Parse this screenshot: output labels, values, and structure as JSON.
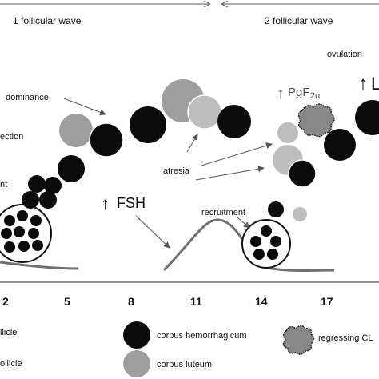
{
  "header": {
    "wave1": "1 follicular wave",
    "wave2": "2 follicular wave"
  },
  "labels": {
    "dominance": "dominance",
    "selection": "ection",
    "recruitment_left": "nt",
    "atresia": "atresia",
    "fsh": "FSH",
    "fsh_arrow": "↑",
    "recruitment": "recruitment",
    "ovulation": "ovulation",
    "pgf_arrow": "↑",
    "pgf": "PgF",
    "pgf_sub": "2α",
    "lh_arrow": "↑",
    "lh": "L"
  },
  "axis": {
    "ticks": [
      "2",
      "5",
      "8",
      "11",
      "14",
      "17"
    ]
  },
  "legend": {
    "item1": "llicle",
    "item2": "ollicle",
    "corpus_hemorrhagicum": "corpus hemorrhagicum",
    "corpus_luteum": "corpus luteum",
    "regressing_cl": "regressing CL"
  },
  "colors": {
    "dark_follicle": "#0b0b0b",
    "corpus_luteum": "#9e9e9e",
    "light_follicle": "#bdbdbd",
    "regressing_cl": "#888888",
    "curve": "#707070",
    "arrow": "#555555"
  }
}
